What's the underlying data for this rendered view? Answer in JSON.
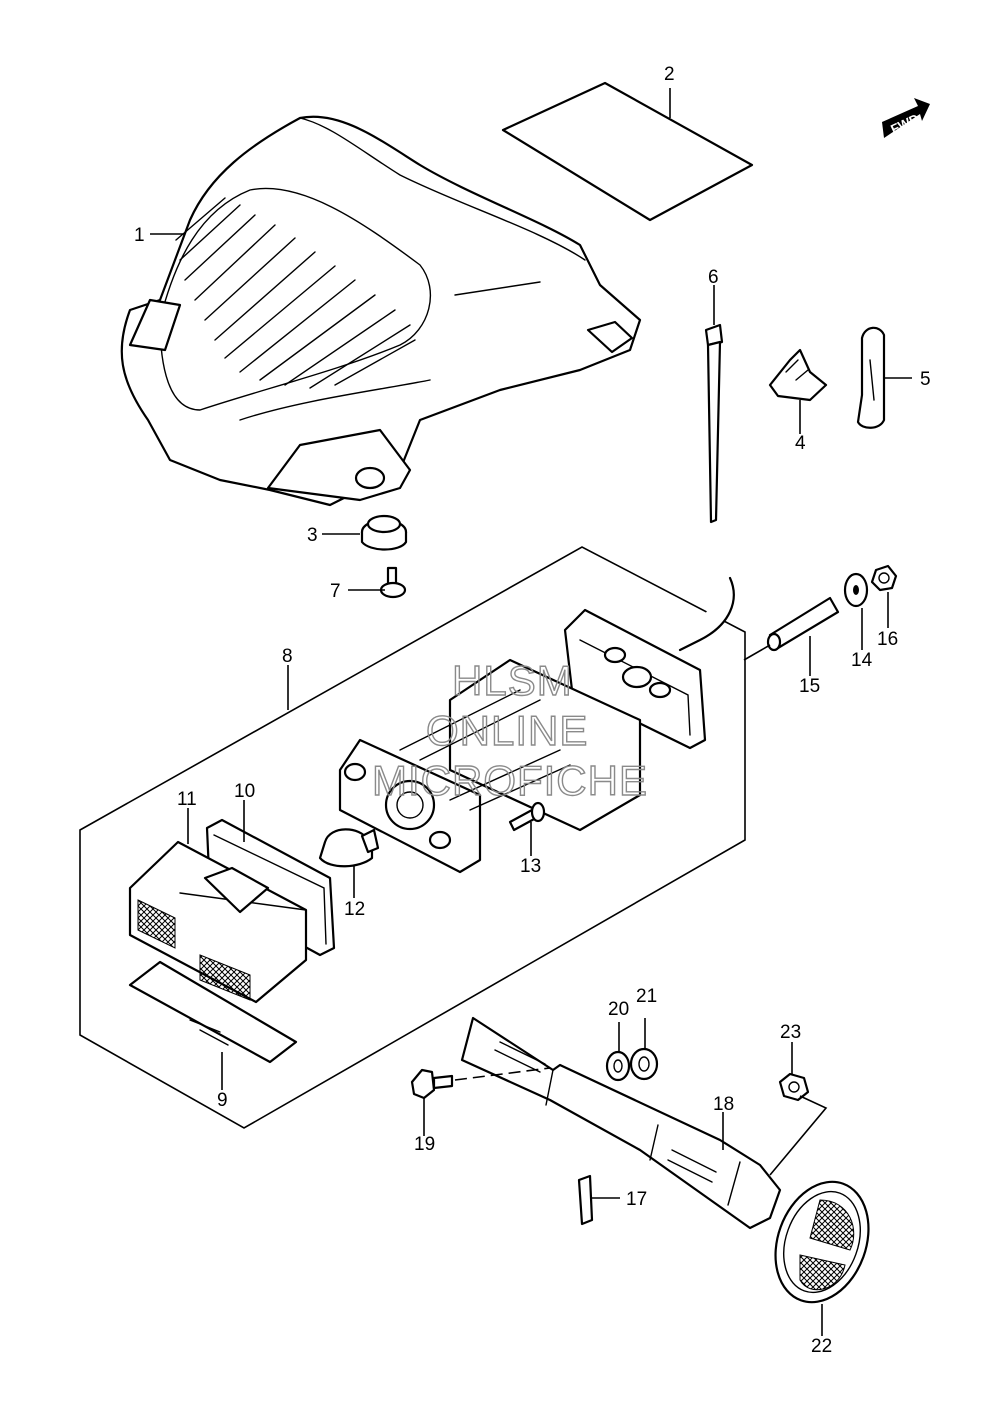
{
  "watermark": {
    "line1": "HLSM",
    "line2": "ONLINE",
    "line3": "MICROFICHE"
  },
  "direction_label": "FWD",
  "callouts": [
    "1",
    "2",
    "3",
    "4",
    "5",
    "6",
    "7",
    "8",
    "9",
    "10",
    "11",
    "12",
    "13",
    "14",
    "15",
    "16",
    "17",
    "18",
    "19",
    "20",
    "21",
    "22",
    "23"
  ]
}
